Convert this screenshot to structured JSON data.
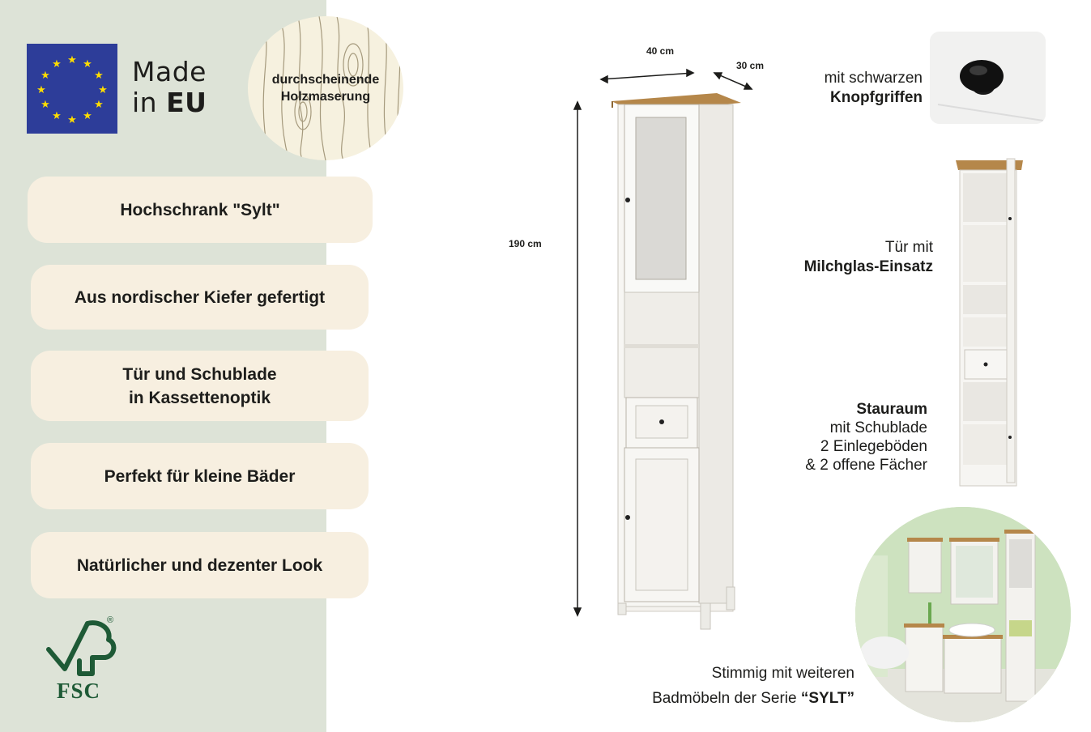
{
  "badge": {
    "made_line1": "Made",
    "made_line2_prefix": "in ",
    "made_line2_bold": "EU",
    "wood_line1": "durchscheinende",
    "wood_line2": "Holzmaserung"
  },
  "features": [
    "Hochschrank \"Sylt\"",
    "Aus nordischer Kiefer gefertigt",
    "Tür und Schublade\nin Kassettenoptik",
    "Perfekt für kleine Bäder",
    "Natürlicher und dezenter Look"
  ],
  "fsc": {
    "label": "FSC",
    "registered": "®"
  },
  "dimensions": {
    "width": "40 cm",
    "depth": "30 cm",
    "height": "190 cm"
  },
  "callouts": {
    "knob_line1": "mit schwarzen",
    "knob_line2": "Knopfgriffen",
    "door_line1": "Tür mit",
    "door_line2": "Milchglas-Einsatz",
    "storage_title": "Stauraum",
    "storage_line1": "mit Schublade",
    "storage_line2": "2 Einlegeböden",
    "storage_line3": "& 2 offene Fächer",
    "series_line1": "Stimmig mit weiteren",
    "series_line2_prefix": "Badmöbeln der Serie ",
    "series_line2_bold": "“SYLT”"
  },
  "colors": {
    "panel": "#dde3d7",
    "pill": "#f7efe0",
    "eu_blue": "#2d3d99",
    "eu_star": "#ffdd00",
    "fsc_green": "#1e5a36",
    "wood_top": "#b5874a"
  }
}
